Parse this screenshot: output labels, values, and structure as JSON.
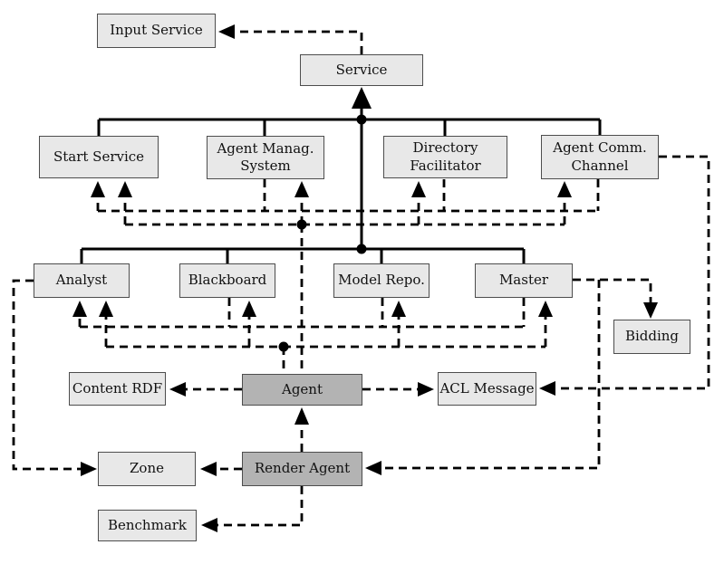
{
  "diagram": {
    "background": "#ffffff",
    "colors": {
      "node_fill_light": "#e8e8e8",
      "node_fill_dark": "#b3b3b3",
      "node_border": "#4d4d4d",
      "line_color": "#000000",
      "text_color": "#111111"
    },
    "nodes": {
      "input_service": {
        "label": "Input Service",
        "variant": "light"
      },
      "service": {
        "label": "Service",
        "variant": "light"
      },
      "start_service": {
        "label": "Start Service",
        "variant": "light"
      },
      "agent_manag_system": {
        "label": "Agent Manag.\nSystem",
        "variant": "light"
      },
      "directory_facilitator": {
        "label": "Directory\nFacilitator",
        "variant": "light"
      },
      "agent_comm_channel": {
        "label": "Agent Comm.\nChannel",
        "variant": "light"
      },
      "analyst": {
        "label": "Analyst",
        "variant": "light"
      },
      "blackboard": {
        "label": "Blackboard",
        "variant": "light"
      },
      "model_repo": {
        "label": "Model Repo.",
        "variant": "light"
      },
      "master": {
        "label": "Master",
        "variant": "light"
      },
      "bidding": {
        "label": "Bidding",
        "variant": "light"
      },
      "content_rdf": {
        "label": "Content RDF",
        "variant": "light"
      },
      "agent": {
        "label": "Agent",
        "variant": "dark"
      },
      "acl_message": {
        "label": "ACL Message",
        "variant": "light"
      },
      "zone": {
        "label": "Zone",
        "variant": "light"
      },
      "render_agent": {
        "label": "Render Agent",
        "variant": "dark"
      },
      "benchmark": {
        "label": "Benchmark",
        "variant": "light"
      }
    },
    "edges": [
      {
        "from": "service",
        "to": "input_service",
        "type": "dependency"
      },
      {
        "from": "start_service",
        "to": "service",
        "type": "generalization"
      },
      {
        "from": "agent_manag_system",
        "to": "service",
        "type": "generalization"
      },
      {
        "from": "directory_facilitator",
        "to": "service",
        "type": "generalization"
      },
      {
        "from": "agent_comm_channel",
        "to": "service",
        "type": "generalization"
      },
      {
        "from": "analyst",
        "to": "service",
        "type": "generalization"
      },
      {
        "from": "blackboard",
        "to": "service",
        "type": "generalization"
      },
      {
        "from": "model_repo",
        "to": "service",
        "type": "generalization"
      },
      {
        "from": "master",
        "to": "service",
        "type": "generalization"
      },
      {
        "from": "agent_manag_system",
        "to": "start_service",
        "type": "dependency"
      },
      {
        "from": "directory_facilitator",
        "to": "start_service",
        "type": "dependency"
      },
      {
        "from": "agent_comm_channel",
        "to": "start_service",
        "type": "dependency"
      },
      {
        "from": "agent",
        "to": "start_service",
        "type": "dependency"
      },
      {
        "from": "agent",
        "to": "agent_manag_system",
        "type": "dependency"
      },
      {
        "from": "agent",
        "to": "directory_facilitator",
        "type": "dependency"
      },
      {
        "from": "agent",
        "to": "agent_comm_channel",
        "type": "dependency"
      },
      {
        "from": "blackboard",
        "to": "analyst",
        "type": "dependency"
      },
      {
        "from": "model_repo",
        "to": "analyst",
        "type": "dependency"
      },
      {
        "from": "master",
        "to": "analyst",
        "type": "dependency"
      },
      {
        "from": "agent",
        "to": "analyst",
        "type": "dependency"
      },
      {
        "from": "agent",
        "to": "blackboard",
        "type": "dependency"
      },
      {
        "from": "agent",
        "to": "model_repo",
        "type": "dependency"
      },
      {
        "from": "agent",
        "to": "master",
        "type": "dependency"
      },
      {
        "from": "analyst",
        "to": "zone",
        "type": "dependency"
      },
      {
        "from": "master",
        "to": "bidding",
        "type": "dependency"
      },
      {
        "from": "master",
        "to": "render_agent",
        "type": "dependency"
      },
      {
        "from": "agent_comm_channel",
        "to": "acl_message",
        "type": "dependency"
      },
      {
        "from": "agent",
        "to": "content_rdf",
        "type": "dependency"
      },
      {
        "from": "agent",
        "to": "acl_message",
        "type": "dependency"
      },
      {
        "from": "render_agent",
        "to": "agent",
        "type": "dependency"
      },
      {
        "from": "render_agent",
        "to": "zone",
        "type": "dependency"
      },
      {
        "from": "render_agent",
        "to": "benchmark",
        "type": "dependency"
      }
    ]
  }
}
